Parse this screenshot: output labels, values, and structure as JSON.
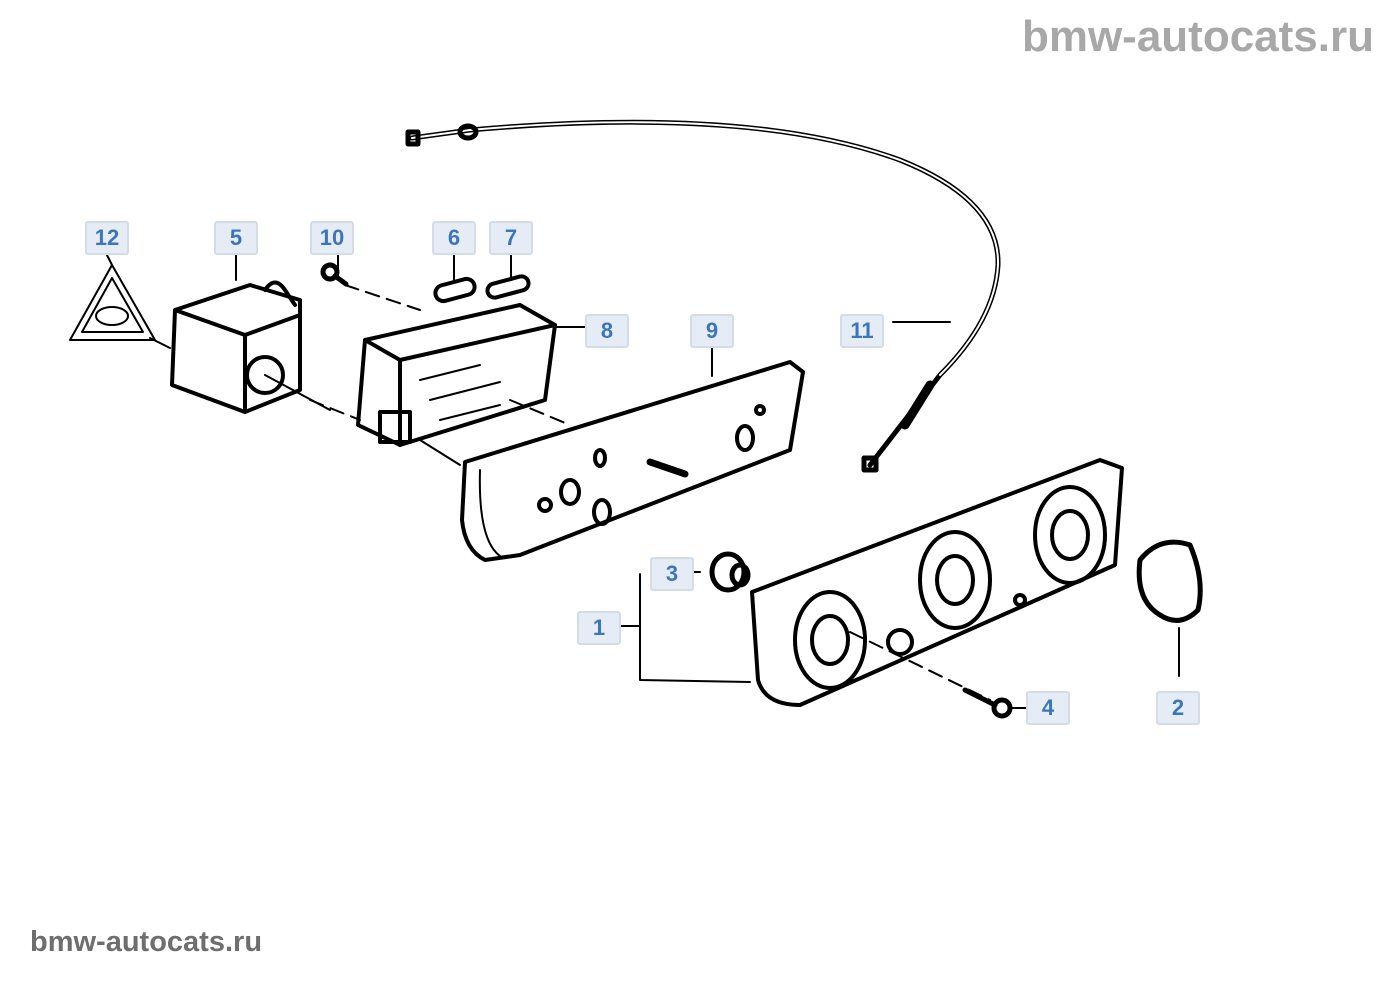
{
  "watermark_top": "bmw-autocats.ru",
  "watermark_bottom": "bmw-autocats.ru",
  "callouts": [
    "12",
    "5",
    "10",
    "6",
    "7",
    "8",
    "9",
    "11",
    "3",
    "1",
    "4",
    "2"
  ],
  "colors": {
    "callout_text": "#3b76bd",
    "callout_bg": "#e6ecf5",
    "line": "#000000",
    "watermark": "#a8a8a8"
  }
}
